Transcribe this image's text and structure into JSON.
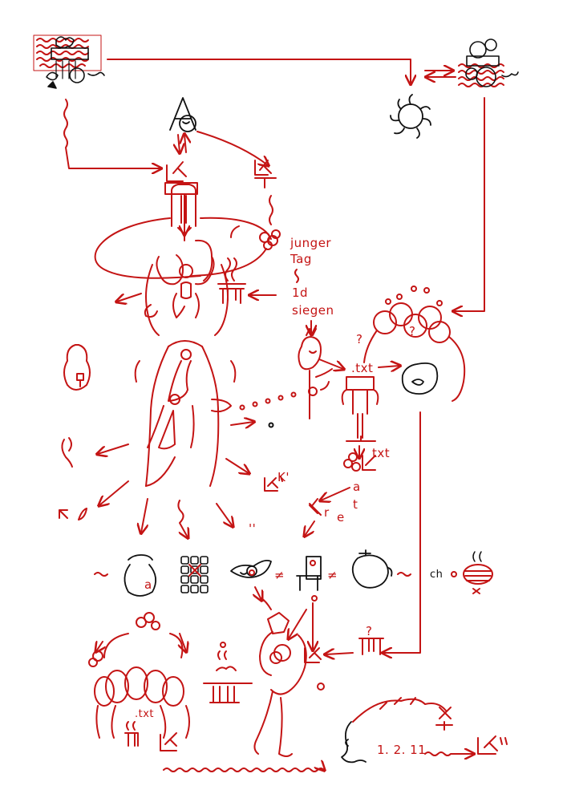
{
  "colors": {
    "ink_red": "#c41414",
    "ink_black": "#111111",
    "paper": "#ffffff"
  },
  "labels": {
    "junger": "junger",
    "tag": "Tag",
    "one_d": "1d",
    "siegen": "siegen",
    "txt_main": ".txt",
    "txt_k": "txt",
    "txt_bottom": ".txt",
    "question_1": "?",
    "question_2": "?",
    "question_cluster": "?",
    "letter_a_small": "a",
    "letter_a_vase": "a",
    "letter_r": "r",
    "letter_e": "e",
    "letter_t": "t",
    "neq_1": "≠",
    "neq_2": "≠",
    "ch": "ch",
    "numbers": "1. 2. 11",
    "k_prime_label": "K'",
    "double_prime": "''"
  },
  "icons": [
    "collage-top-left-icon",
    "collage-top-right-icon",
    "letter-a-head-icon",
    "sun-icon",
    "hook-k-symbol-icon",
    "figure-totem-icon",
    "hands-cluster-icon",
    "rock-icon",
    "vase-icon",
    "grid-icon",
    "bird-icon",
    "chair-icon",
    "head-icon",
    "striped-ball-icon",
    "heads-group-icon",
    "small-table-icon",
    "face-profile-icon",
    "hill-icon"
  ]
}
